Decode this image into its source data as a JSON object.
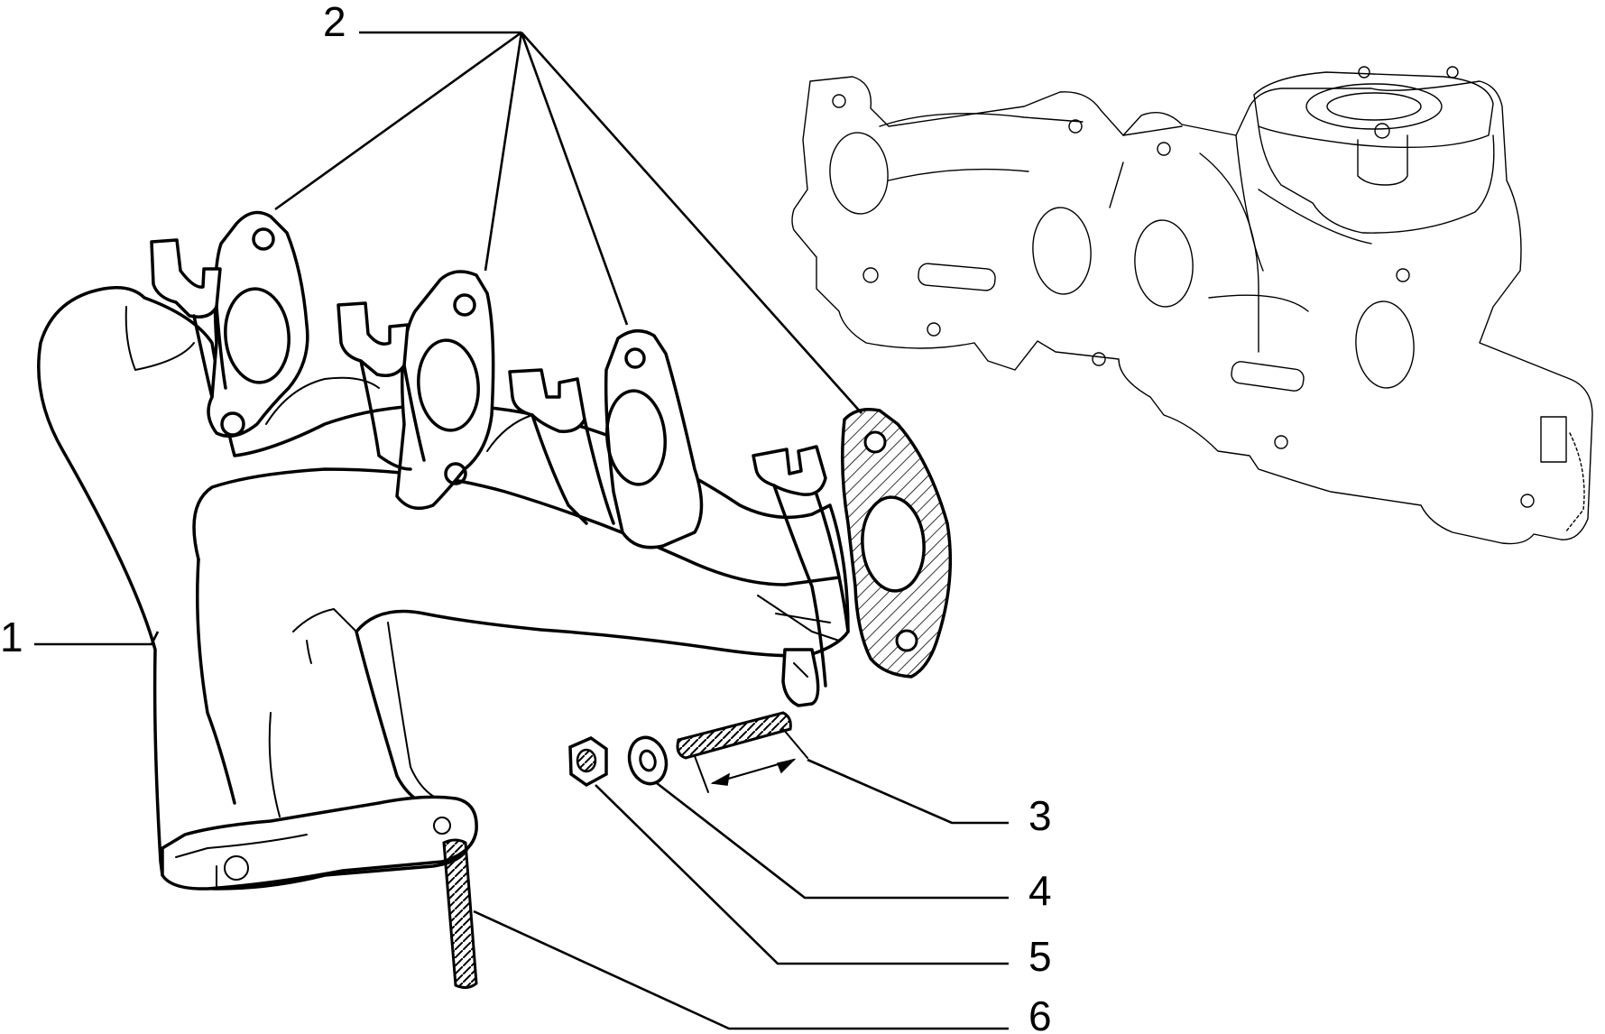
{
  "callouts": [
    {
      "id": "1",
      "label": "1",
      "part": "exhaust-manifold"
    },
    {
      "id": "2",
      "label": "2",
      "part": "manifold-gasket"
    },
    {
      "id": "3",
      "label": "3",
      "part": "stud"
    },
    {
      "id": "4",
      "label": "4",
      "part": "washer"
    },
    {
      "id": "5",
      "label": "5",
      "part": "nut"
    },
    {
      "id": "6",
      "label": "6",
      "part": "stud"
    }
  ]
}
